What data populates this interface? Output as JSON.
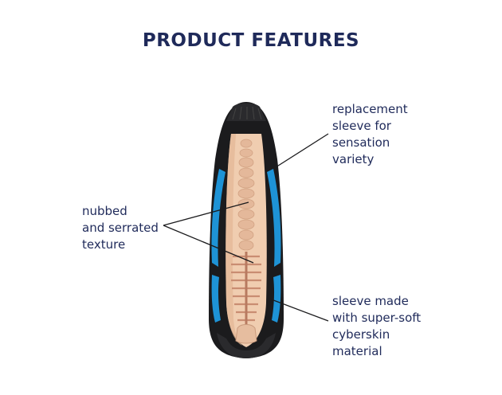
{
  "title": "PRODUCT FEATURES",
  "callouts": [
    {
      "lines": [
        "replacement",
        "sleeve for",
        "sensation",
        "variety"
      ]
    },
    {
      "lines": [
        "nubbed",
        "and serrated",
        "texture"
      ]
    },
    {
      "lines": [
        "sleeve made",
        "with super-soft",
        "cyberskin",
        "material"
      ]
    }
  ],
  "colors": {
    "title": "#1f2a5a",
    "shell": "#1b1b1d",
    "accent": "#1e93d6",
    "sleeve": "#f0cdb0",
    "texture": "#c98d72"
  }
}
